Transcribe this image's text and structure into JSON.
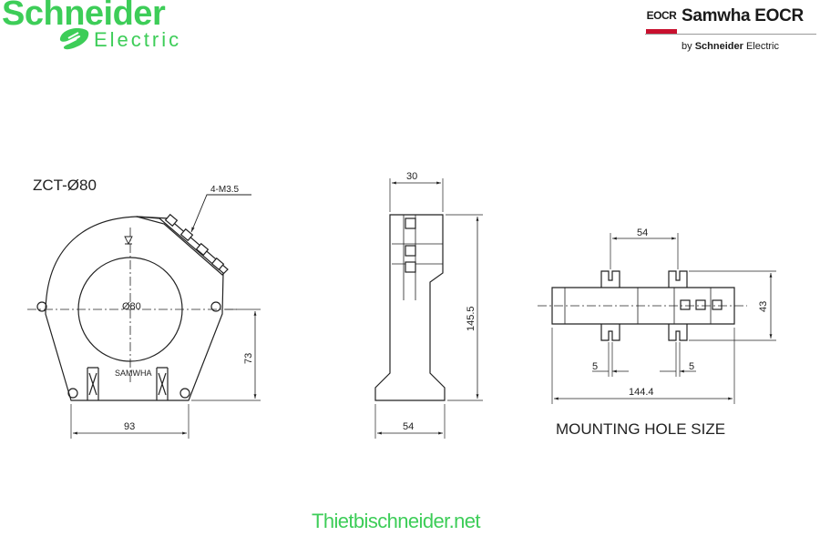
{
  "logos": {
    "schneider": {
      "word": "Schneider",
      "sub": "Electric",
      "color": "#3dcd58"
    },
    "samwha": {
      "badge": "EOCR",
      "title": "Samwha EOCR",
      "by_prefix": "by",
      "by_brand": "Schneider",
      "by_suffix": "Electric",
      "accent": "#c8102e"
    }
  },
  "drawing": {
    "front_view": {
      "title": "ZCT-Ø80",
      "terminal_note": "4-M3.5",
      "window_label": "Ø80",
      "nameplate": "SAMWHA",
      "width_dim": "93",
      "height_dim": "73"
    },
    "side_view": {
      "top_dim": "30",
      "height_dim": "145.5",
      "base_dim": "54"
    },
    "mounting_view": {
      "title": "MOUNTING HOLE SIZE",
      "spacing_dim": "54",
      "height_dim": "43",
      "slot_left_dim": "5",
      "slot_right_dim": "5",
      "length_dim": "144.4"
    }
  },
  "footer": {
    "site": "Thietbischneider.net",
    "color": "#3dcd58"
  }
}
